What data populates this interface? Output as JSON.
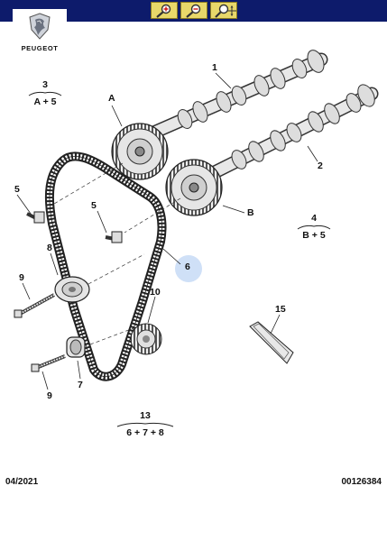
{
  "toolbar": {
    "buttons": [
      {
        "name": "zoom-in",
        "icon": "magnifier-plus-icon"
      },
      {
        "name": "zoom-out",
        "icon": "magnifier-minus-icon"
      },
      {
        "name": "pan",
        "icon": "magnifier-move-icon"
      }
    ],
    "colors": {
      "bar": "#0d1b6b",
      "button": "#e8d86a"
    }
  },
  "brand": {
    "name": "PEUGEOT",
    "logo_icon": "peugeot-lion-icon"
  },
  "diagram": {
    "labels": {
      "p1": "1",
      "p2": "2",
      "pA": "A",
      "pB": "B",
      "p5a": "5",
      "p5b": "5",
      "p6": "6",
      "p8": "8",
      "p9a": "9",
      "p9b": "9",
      "p10": "10",
      "p7": "7",
      "p15": "15"
    },
    "groups": {
      "g3": {
        "number": "3",
        "formula": "A + 5"
      },
      "g4": {
        "number": "4",
        "formula": "B + 5"
      },
      "g13": {
        "number": "13",
        "formula": "6 + 7 + 8"
      }
    },
    "highlight_color": "#cfe0f7"
  },
  "footer": {
    "date": "04/2021",
    "reference": "00126384"
  }
}
